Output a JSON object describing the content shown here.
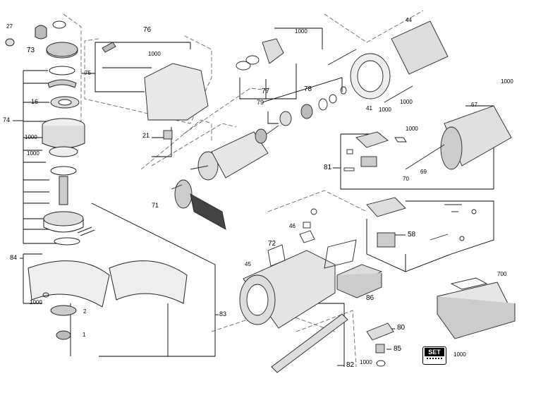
{
  "diagram": {
    "type": "exploded-parts-view",
    "labels": {
      "p27": "27",
      "p73": "73",
      "p16": "16",
      "p74": "74",
      "p1000a": "1000",
      "p1000b": "1000",
      "p84": "84",
      "p1000c": "1000",
      "p2": "2",
      "p1": "1",
      "p76": "76",
      "p75": "75",
      "p1000d": "1000",
      "p21": "21",
      "p79": "79",
      "p71": "71",
      "p1000e": "1000",
      "p77": "77",
      "p78": "78",
      "p44": "44",
      "p41": "41",
      "p1000f": "1000",
      "p1000g": "1000",
      "p1000h": "1000",
      "p67": "67",
      "p1000i": "1000",
      "p81": "81",
      "p70": "70",
      "p69": "69",
      "p46": "46",
      "p72": "72",
      "p45": "45",
      "p58": "58",
      "p86": "86",
      "p83": "83",
      "p82": "82",
      "p80": "80",
      "p85": "85",
      "p1000j": "1000",
      "p700": "700",
      "p1000k": "1000"
    },
    "set_badge": "SET"
  }
}
